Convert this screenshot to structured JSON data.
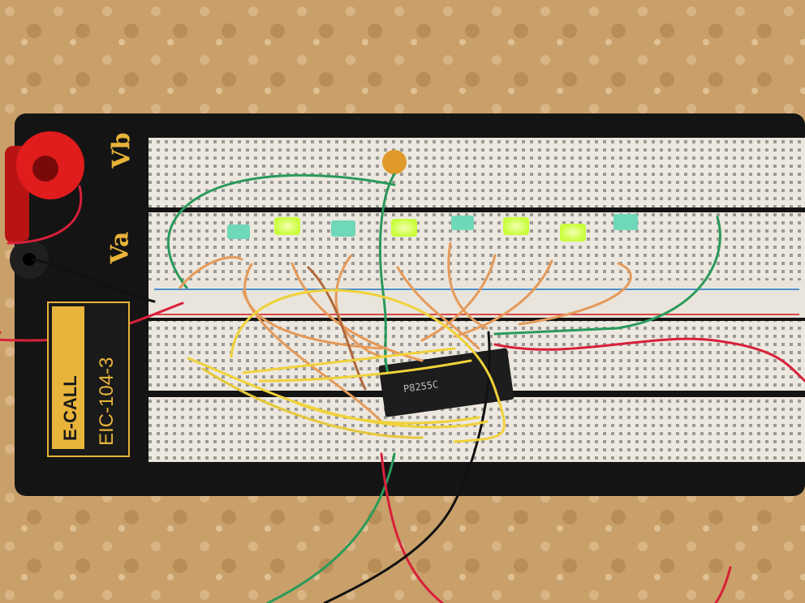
{
  "board": {
    "brand_name": "E-CALL",
    "model": "EIC-104-3",
    "terminal_b_label": "Vb",
    "terminal_a_label": "Va",
    "chip_marking": "P8255C"
  },
  "colors": {
    "table": "#c9a06a",
    "board_base": "#141414",
    "breadboard": "#ece8df",
    "led_on": "#c8ff3a",
    "led_off": "#6fd8b8",
    "wire_orange": "#e59a5a",
    "wire_yellow": "#f0d23a",
    "wire_green": "#2a9a5a",
    "wire_red": "#d8203a",
    "wire_black": "#111111",
    "terminal_red": "#e01c1c"
  },
  "leds": [
    {
      "state": "off"
    },
    {
      "state": "on"
    },
    {
      "state": "off"
    },
    {
      "state": "on"
    },
    {
      "state": "off"
    },
    {
      "state": "on"
    },
    {
      "state": "on"
    },
    {
      "state": "off"
    }
  ]
}
